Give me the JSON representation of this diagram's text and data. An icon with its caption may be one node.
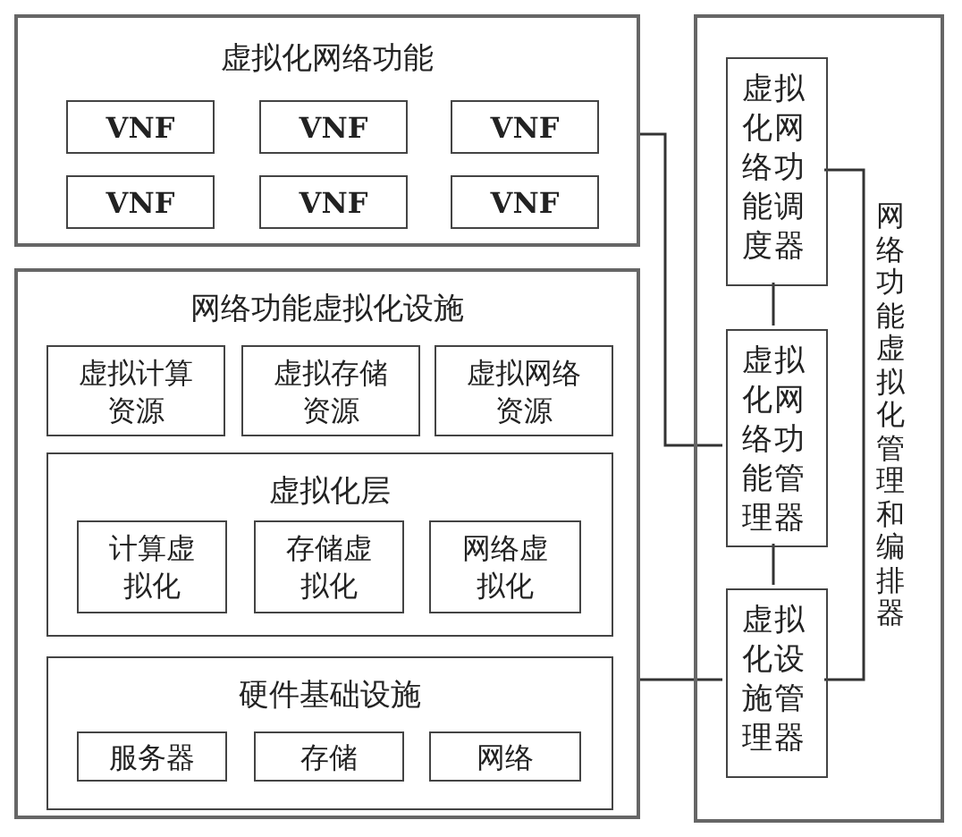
{
  "diagram": {
    "nodes": [
      {
        "text": [
          "虚拟化网络功能"
        ]
      },
      {
        "text": [
          "VNF"
        ],
        "in": 0
      },
      {
        "text": [
          "VNF"
        ],
        "in": 0
      },
      {
        "text": [
          "VNF"
        ],
        "in": 0
      },
      {
        "text": [
          "VNF"
        ],
        "in": 0
      },
      {
        "text": [
          "VNF"
        ],
        "in": 0
      },
      {
        "text": [
          "VNF"
        ],
        "in": 0
      },
      {
        "text": [
          "网络功能虚拟化设施"
        ]
      },
      {
        "text": [
          "虚拟计算资源"
        ],
        "in": 7
      },
      {
        "text": [
          "虚拟存储资源"
        ],
        "in": 7
      },
      {
        "text": [
          "虚拟网络资源"
        ],
        "in": 7
      },
      {
        "text": [
          "虚拟化层"
        ],
        "in": 7
      },
      {
        "text": [
          "计算虚拟化"
        ],
        "in": 11
      },
      {
        "text": [
          "存储虚拟化"
        ],
        "in": 11
      },
      {
        "text": [
          "网络虚拟化"
        ],
        "in": 11
      },
      {
        "text": [
          "硬件基础设施"
        ],
        "in": 7
      },
      {
        "text": [
          "服务器"
        ],
        "in": 15
      },
      {
        "text": [
          "存储"
        ],
        "in": 15
      },
      {
        "text": [
          "网络"
        ],
        "in": 15
      },
      {
        "text": [
          "网络功能虚拟化管理和编排器"
        ]
      },
      {
        "text": [
          "虚拟化网络功能调度器"
        ],
        "in": 19
      },
      {
        "text": [
          "虚拟化网络功能管理器"
        ],
        "in": 19
      },
      {
        "text": [
          "虚拟化设施管理器"
        ],
        "in": 19
      }
    ],
    "edges": [
      {
        "from": 0,
        "to": 21,
        "arrow": "none"
      },
      {
        "from": 20,
        "to": 21,
        "arrow": "none"
      },
      {
        "from": 21,
        "to": 22,
        "arrow": "none"
      },
      {
        "from": 7,
        "to": 22,
        "arrow": "none"
      },
      {
        "from": 20,
        "to": 22,
        "arrow": "none"
      }
    ]
  }
}
